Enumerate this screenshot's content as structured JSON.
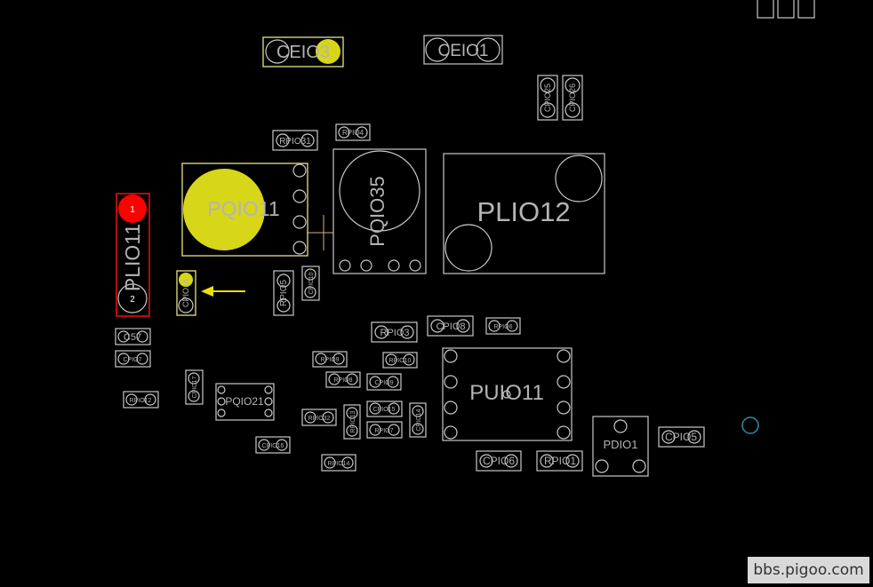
{
  "colors": {
    "background": "#000000",
    "outline": "#c8c8c8",
    "label": "#b4b4b4",
    "highlight_outline": "#d6d47a",
    "highlight_fill": "#d8d619",
    "selected_outline": "#e01010",
    "selected_pad": "#ff0000",
    "arrow": "#f0e000",
    "via": "#2a8fa0",
    "watermark_bg": "#d9d9d9",
    "watermark_text": "#333333"
  },
  "components": {
    "plio11": "PLIO11",
    "pin1": "1",
    "pin2": "2",
    "pqio11": "PQIO11",
    "pqio35": "PQIO35",
    "plio12": "PLIO12",
    "puio11": "PUIO11",
    "pdio1": "PDIO1",
    "pqio21": "PQIO21",
    "ceio3": "CEIO3",
    "ceio1": "CEIO1",
    "rpio31": "RPIO31",
    "rpio4": "RPIO4",
    "cpio5": "CPIO5",
    "cpio6": "CPIO6",
    "cpio7": "CPIO7",
    "cpio8": "CPIO8",
    "cpio9": "CPIO9",
    "cpio15": "CPIO15",
    "cpio16": "CPIO16",
    "cpio17": "CPIO17",
    "cpio18": "CPIO18",
    "cpio25": "CPIO25",
    "cpio26": "CPIO26",
    "c57": "C57",
    "cpio5b": "CPIO5",
    "cpio6b": "CPIO6",
    "rpio1": "RPIO1",
    "rpio3": "RPIO3",
    "rpio6": "RPIO6",
    "rpio8": "RPIO8",
    "rpio9": "RPIO9",
    "rpio10": "RPIO10",
    "rpio12": "RPIO12",
    "rpio13": "RPIO13",
    "rpio14": "RPIO14",
    "rpio32": "RPIO32",
    "rpio7": "RPIO7",
    "cpio14": "CPIO14",
    "cpio13": "CPIO13",
    "cpio10": "CPIO10"
  },
  "watermark": "bbs.pigoo.com"
}
